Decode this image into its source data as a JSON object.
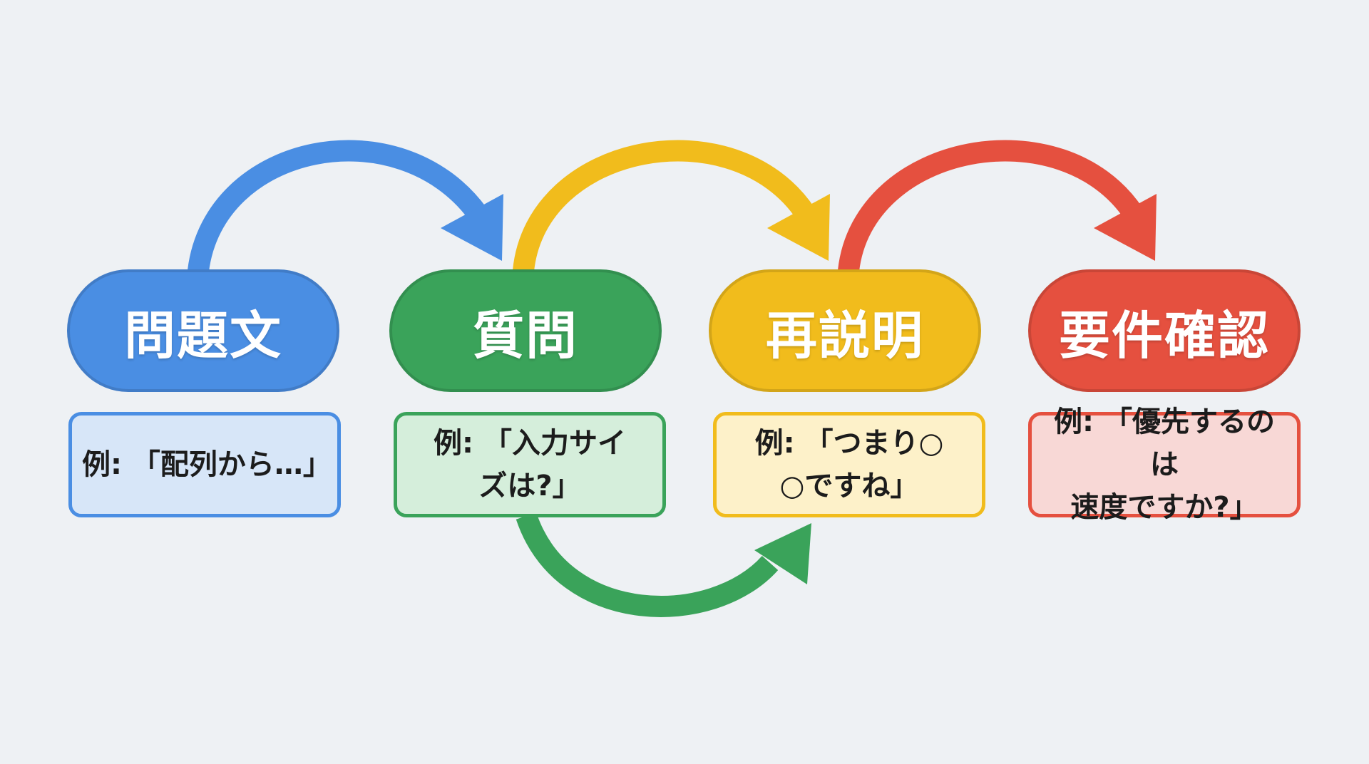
{
  "colors": {
    "background": "#eef1f4",
    "blue": "#4a8ee3",
    "green": "#3aa35a",
    "yellow": "#f1bc1c",
    "red": "#e5503f",
    "card_blue_bg": "#d7e6f8",
    "card_green_bg": "#d5eedb",
    "card_yellow_bg": "#fdf1c9",
    "card_red_bg": "#f8d8d6"
  },
  "steps": [
    {
      "label": "問題文",
      "color": "#4a8ee3",
      "example_lines": [
        "例: 「配列から…」"
      ],
      "card_bg": "#d7e6f8"
    },
    {
      "label": "質問",
      "color": "#3aa35a",
      "example_lines": [
        "例: 「入力サイ",
        "ズは?」"
      ],
      "card_bg": "#d5eedb"
    },
    {
      "label": "再説明",
      "color": "#f1bc1c",
      "example_lines": [
        "例: 「つまり○",
        "○ですね」"
      ],
      "card_bg": "#fdf1c9"
    },
    {
      "label": "要件確認",
      "color": "#e5503f",
      "example_lines": [
        "例: 「優先するのは",
        "速度ですか?」"
      ],
      "card_bg": "#f8d8d6"
    }
  ],
  "arrows": [
    {
      "from": "問題文",
      "to": "質問",
      "color": "#4a8ee3",
      "direction": "over"
    },
    {
      "from": "質問",
      "to": "再説明",
      "color": "#f1bc1c",
      "direction": "over"
    },
    {
      "from": "再説明",
      "to": "要件確認",
      "color": "#e5503f",
      "direction": "over"
    },
    {
      "from": "質問",
      "to": "再説明",
      "color": "#3aa35a",
      "direction": "under"
    }
  ]
}
